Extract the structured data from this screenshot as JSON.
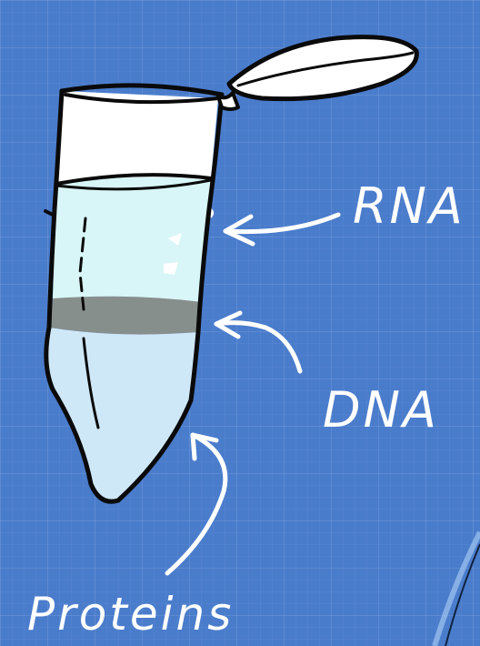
{
  "labels": {
    "rna": "RNA",
    "dna": "DNA",
    "proteins": "Proteins"
  },
  "colors": {
    "background": "#4a7ccc",
    "aqueous_phase": "#d8f6f7",
    "interphase": "#878f8d",
    "organic_phase": "#cfe8f8",
    "tube_air": "#ffffff",
    "outline": "#0a0a0a",
    "text_and_arrows": "#ffffff"
  }
}
